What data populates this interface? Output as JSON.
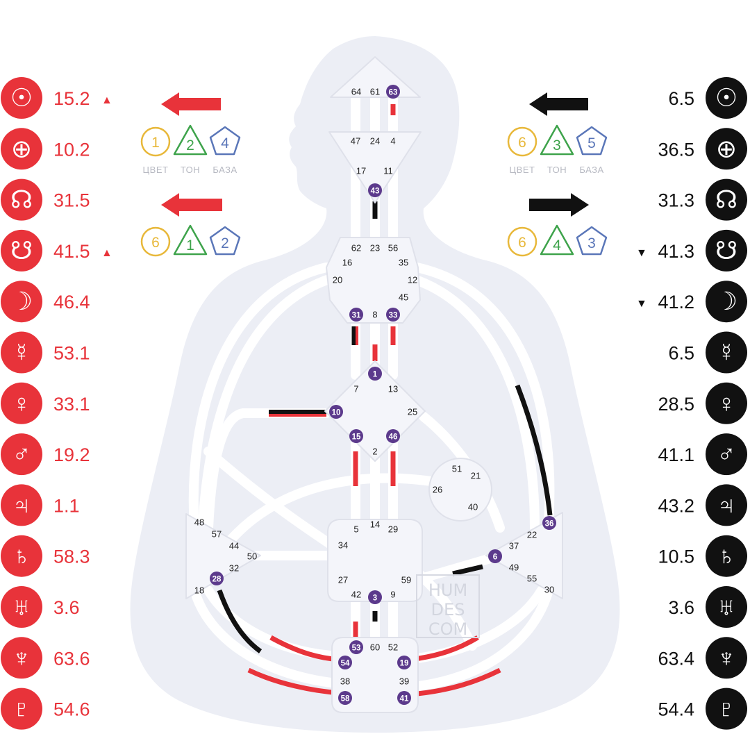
{
  "design": {
    "colors": {
      "design_red": "#e8333a",
      "personality_black": "#111111",
      "activated_gate_purple": "#5c3a8c",
      "body_silhouette": "#eceef5",
      "channel_grey": "#c9ccd4",
      "color_circle": "#e8b83a",
      "tone_triangle": "#3ea34b",
      "base_pentagon": "#5a76b8"
    },
    "planets": [
      {
        "icon": "sun-icon",
        "glyph": "☉",
        "value": "15.2",
        "marker": "▲"
      },
      {
        "icon": "earth-icon",
        "glyph": "⊕",
        "value": "10.2",
        "marker": ""
      },
      {
        "icon": "north-node-icon",
        "glyph": "☊",
        "value": "31.5",
        "marker": ""
      },
      {
        "icon": "south-node-icon",
        "glyph": "☋",
        "value": "41.5",
        "marker": "▲"
      },
      {
        "icon": "moon-icon",
        "glyph": "☽",
        "value": "46.4",
        "marker": ""
      },
      {
        "icon": "mercury-icon",
        "glyph": "☿",
        "value": "53.1",
        "marker": ""
      },
      {
        "icon": "venus-icon",
        "glyph": "♀",
        "value": "33.1",
        "marker": ""
      },
      {
        "icon": "mars-icon",
        "glyph": "♂",
        "value": "19.2",
        "marker": ""
      },
      {
        "icon": "jupiter-icon",
        "glyph": "♃",
        "value": "1.1",
        "marker": ""
      },
      {
        "icon": "saturn-icon",
        "glyph": "♄",
        "value": "58.3",
        "marker": ""
      },
      {
        "icon": "uranus-icon",
        "glyph": "♅",
        "value": "3.6",
        "marker": ""
      },
      {
        "icon": "neptune-icon",
        "glyph": "♆",
        "value": "63.6",
        "marker": ""
      },
      {
        "icon": "pluto-icon",
        "glyph": "♇",
        "value": "54.6",
        "marker": ""
      }
    ],
    "variables": [
      {
        "arrow": "left",
        "color": "1",
        "tone": "2",
        "base": "4",
        "show_labels": true
      },
      {
        "arrow": "left",
        "color": "6",
        "tone": "1",
        "base": "2",
        "show_labels": false
      }
    ]
  },
  "personality": {
    "planets": [
      {
        "icon": "sun-icon",
        "glyph": "☉",
        "value": "6.5",
        "marker": ""
      },
      {
        "icon": "earth-icon",
        "glyph": "⊕",
        "value": "36.5",
        "marker": ""
      },
      {
        "icon": "north-node-icon",
        "glyph": "☊",
        "value": "31.3",
        "marker": ""
      },
      {
        "icon": "south-node-icon",
        "glyph": "☋",
        "value": "41.3",
        "marker": "▼"
      },
      {
        "icon": "moon-icon",
        "glyph": "☽",
        "value": "41.2",
        "marker": "▼"
      },
      {
        "icon": "mercury-icon",
        "glyph": "☿",
        "value": "6.5",
        "marker": ""
      },
      {
        "icon": "venus-icon",
        "glyph": "♀",
        "value": "28.5",
        "marker": ""
      },
      {
        "icon": "mars-icon",
        "glyph": "♂",
        "value": "41.1",
        "marker": ""
      },
      {
        "icon": "jupiter-icon",
        "glyph": "♃",
        "value": "43.2",
        "marker": ""
      },
      {
        "icon": "saturn-icon",
        "glyph": "♄",
        "value": "10.5",
        "marker": ""
      },
      {
        "icon": "uranus-icon",
        "glyph": "♅",
        "value": "3.6",
        "marker": ""
      },
      {
        "icon": "neptune-icon",
        "glyph": "♆",
        "value": "63.4",
        "marker": ""
      },
      {
        "icon": "pluto-icon",
        "glyph": "♇",
        "value": "54.4",
        "marker": ""
      }
    ],
    "variables": [
      {
        "arrow": "left",
        "color": "6",
        "tone": "3",
        "base": "5",
        "show_labels": true
      },
      {
        "arrow": "right",
        "color": "6",
        "tone": "4",
        "base": "3",
        "show_labels": false
      }
    ]
  },
  "variable_labels": {
    "color": "ЦВЕТ",
    "tone": "ТОН",
    "base": "БАЗА"
  },
  "watermark": [
    "HUM",
    "DES",
    "COM"
  ],
  "centers": [
    {
      "name": "head",
      "gates": [
        {
          "n": "64",
          "active": false
        },
        {
          "n": "61",
          "active": false
        },
        {
          "n": "63",
          "active": true
        }
      ]
    },
    {
      "name": "ajna",
      "gates": [
        {
          "n": "47",
          "active": false
        },
        {
          "n": "24",
          "active": false
        },
        {
          "n": "4",
          "active": false
        },
        {
          "n": "17",
          "active": false
        },
        {
          "n": "11",
          "active": false
        },
        {
          "n": "43",
          "active": true
        }
      ]
    },
    {
      "name": "throat",
      "gates": [
        {
          "n": "62",
          "active": false
        },
        {
          "n": "23",
          "active": false
        },
        {
          "n": "56",
          "active": false
        },
        {
          "n": "16",
          "active": false
        },
        {
          "n": "35",
          "active": false
        },
        {
          "n": "20",
          "active": false
        },
        {
          "n": "12",
          "active": false
        },
        {
          "n": "45",
          "active": false
        },
        {
          "n": "31",
          "active": true
        },
        {
          "n": "8",
          "active": false
        },
        {
          "n": "33",
          "active": true
        }
      ]
    },
    {
      "name": "g",
      "gates": [
        {
          "n": "1",
          "active": true
        },
        {
          "n": "7",
          "active": false
        },
        {
          "n": "13",
          "active": false
        },
        {
          "n": "25",
          "active": false
        },
        {
          "n": "10",
          "active": true
        },
        {
          "n": "15",
          "active": true
        },
        {
          "n": "46",
          "active": true
        },
        {
          "n": "2",
          "active": false
        }
      ]
    },
    {
      "name": "heart",
      "gates": [
        {
          "n": "51",
          "active": false
        },
        {
          "n": "21",
          "active": false
        },
        {
          "n": "26",
          "active": false
        },
        {
          "n": "40",
          "active": false
        }
      ]
    },
    {
      "name": "spleen",
      "gates": [
        {
          "n": "48",
          "active": false
        },
        {
          "n": "57",
          "active": false
        },
        {
          "n": "44",
          "active": false
        },
        {
          "n": "50",
          "active": false
        },
        {
          "n": "32",
          "active": false
        },
        {
          "n": "28",
          "active": true
        },
        {
          "n": "18",
          "active": false
        }
      ]
    },
    {
      "name": "sacral",
      "gates": [
        {
          "n": "5",
          "active": false
        },
        {
          "n": "14",
          "active": false
        },
        {
          "n": "29",
          "active": false
        },
        {
          "n": "34",
          "active": false
        },
        {
          "n": "27",
          "active": false
        },
        {
          "n": "59",
          "active": false
        },
        {
          "n": "42",
          "active": false
        },
        {
          "n": "3",
          "active": true
        },
        {
          "n": "9",
          "active": false
        }
      ]
    },
    {
      "name": "solar-plexus",
      "gates": [
        {
          "n": "36",
          "active": true
        },
        {
          "n": "22",
          "active": false
        },
        {
          "n": "37",
          "active": false
        },
        {
          "n": "6",
          "active": true
        },
        {
          "n": "49",
          "active": false
        },
        {
          "n": "55",
          "active": false
        },
        {
          "n": "30",
          "active": false
        }
      ]
    },
    {
      "name": "root",
      "gates": [
        {
          "n": "53",
          "active": true
        },
        {
          "n": "60",
          "active": false
        },
        {
          "n": "52",
          "active": false
        },
        {
          "n": "54",
          "active": true
        },
        {
          "n": "19",
          "active": true
        },
        {
          "n": "38",
          "active": false
        },
        {
          "n": "39",
          "active": false
        },
        {
          "n": "58",
          "active": true
        },
        {
          "n": "41",
          "active": true
        }
      ]
    }
  ]
}
